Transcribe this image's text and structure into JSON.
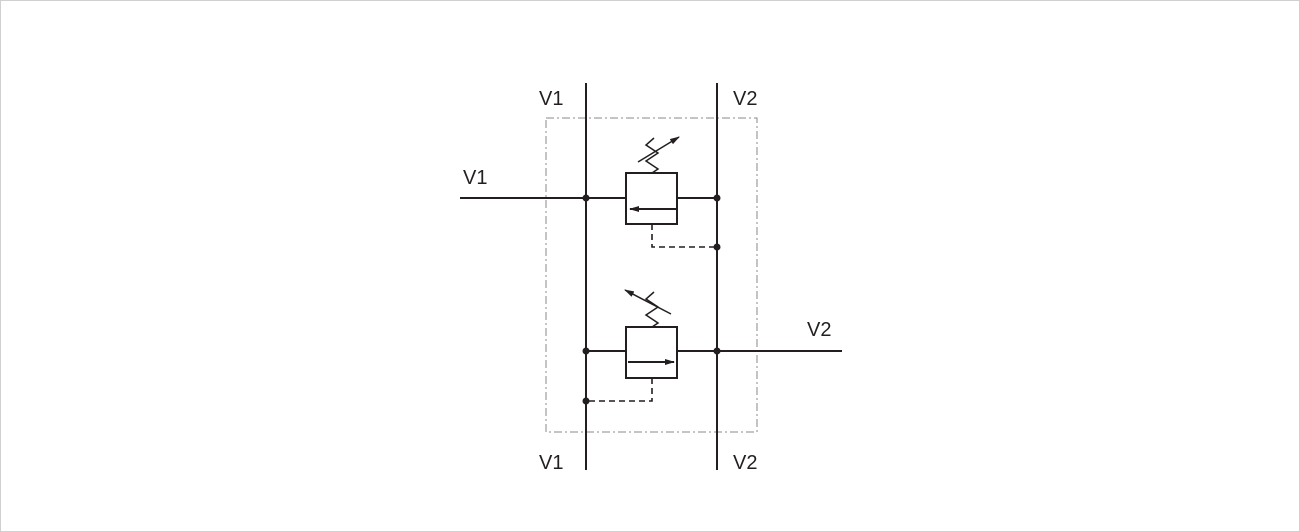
{
  "labels": {
    "v1_top": "V1",
    "v2_top": "V2",
    "v1_inlet": "V1",
    "v2_outlet": "V2",
    "v1_bottom": "V1",
    "v2_bottom": "V2"
  },
  "colors": {
    "line": "#231f20",
    "boundary": "#888888",
    "frame": "#d0d0d0"
  }
}
